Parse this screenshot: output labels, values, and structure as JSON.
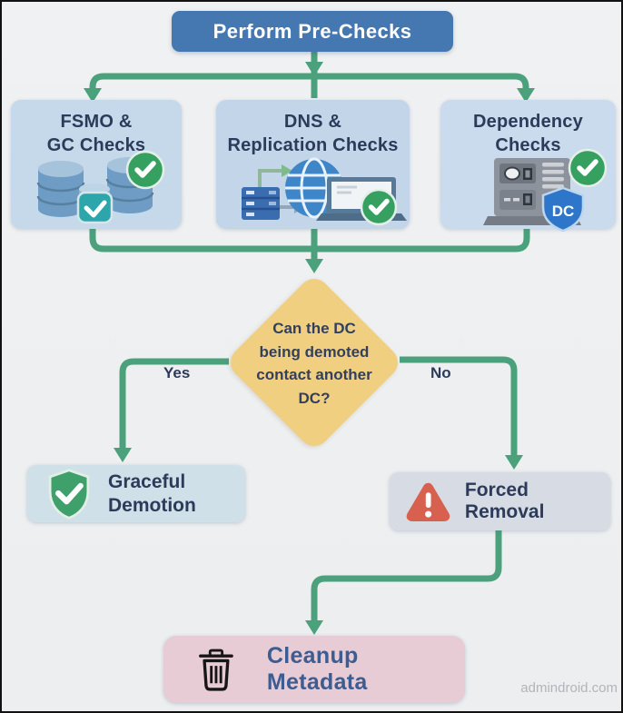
{
  "header": {
    "label": "Perform Pre-Checks"
  },
  "checks": [
    {
      "line1": "FSMO &",
      "line2": "GC Checks",
      "icons": [
        "database-stack-icon",
        "check-square-icon",
        "check-circle-icon"
      ]
    },
    {
      "line1": "DNS &",
      "line2": "Replication Checks",
      "icons": [
        "server-icon",
        "globe-icon",
        "laptop-icon",
        "check-circle-icon"
      ]
    },
    {
      "line1": "Dependency",
      "line2": "Checks",
      "shield_label": "DC",
      "icons": [
        "server-tower-icon",
        "check-circle-icon",
        "dc-shield-icon"
      ]
    }
  ],
  "decision": {
    "lines": [
      "Can the DC",
      "being demoted",
      "contact another",
      "DC?"
    ],
    "yes_label": "Yes",
    "no_label": "No"
  },
  "outcomes": {
    "graceful": {
      "line1": "Graceful",
      "line2": "Demotion",
      "icon": "shield-check-icon"
    },
    "forced": {
      "label": "Forced Removal",
      "icon": "warning-triangle-icon"
    },
    "cleanup": {
      "label": "Cleanup Metadata",
      "icon": "trash-icon"
    }
  },
  "watermark": "admindroid.com",
  "colors": {
    "background": "#eef0f1",
    "outer_border": "#121212",
    "header_bg": "#4578b1",
    "header_text": "#ffffff",
    "connector_green": "#4ba17c",
    "check_box_bg": "#c5d8ea",
    "node_text": "#2c3b5a",
    "diamond_bg": "#f0d080",
    "graceful_bg": "#cfe0e8",
    "forced_bg": "#d6dbe4",
    "cleanup_bg": "#e7cbd5",
    "cleanup_text": "#3d5c90",
    "success_green": "#35a05f",
    "teal_check": "#2da6ab",
    "warning_red": "#d8604e",
    "dc_shield_blue": "#2d76c9",
    "db_blue": "#6f9cc4",
    "globe_blue": "#3f86c9",
    "watermark_text": "#b2b4ba"
  }
}
